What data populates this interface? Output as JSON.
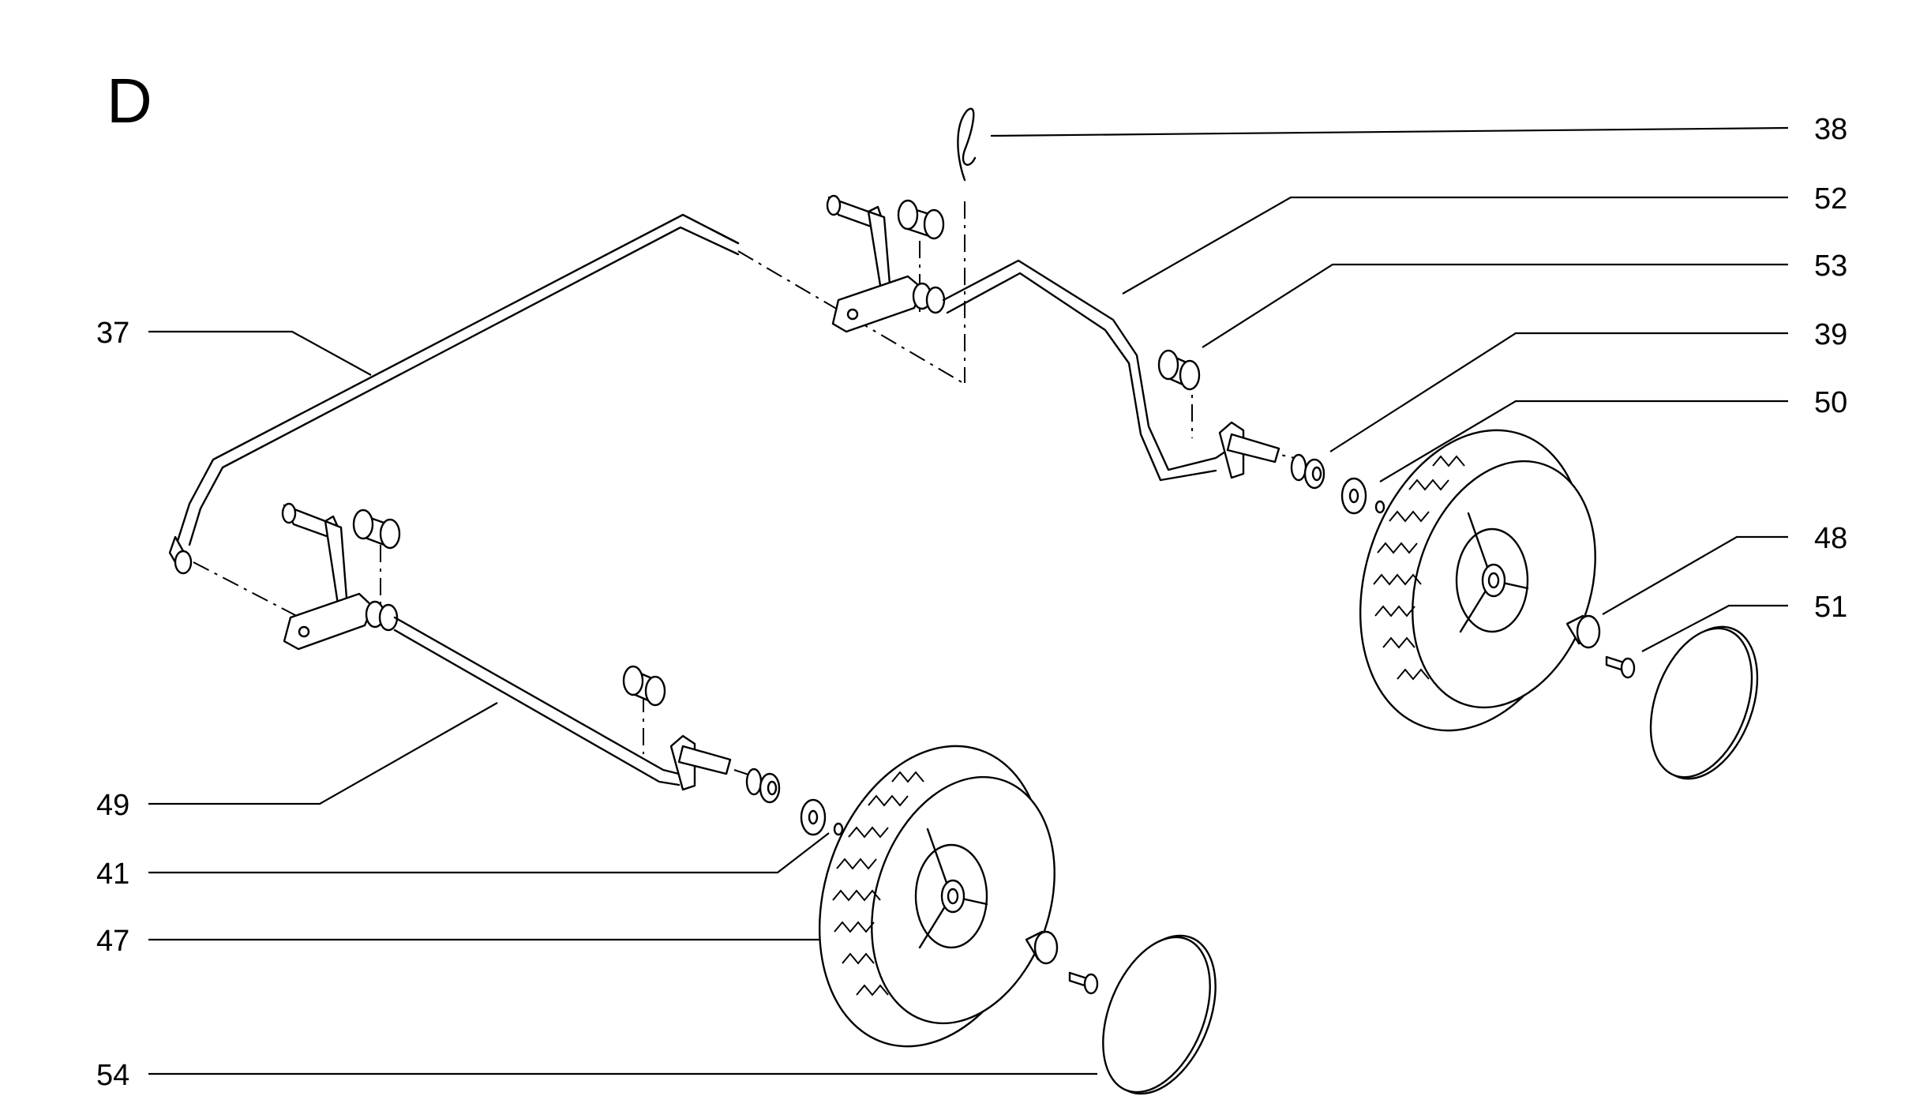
{
  "section": "D",
  "labels": {
    "p38": "38",
    "p52": "52",
    "p53": "53",
    "p39": "39",
    "p50": "50",
    "p48": "48",
    "p51": "51",
    "p37": "37",
    "p49": "49",
    "p41": "41",
    "p47": "47",
    "p54": "54"
  },
  "colors": {
    "ink": "#000000",
    "paper": "#ffffff"
  }
}
